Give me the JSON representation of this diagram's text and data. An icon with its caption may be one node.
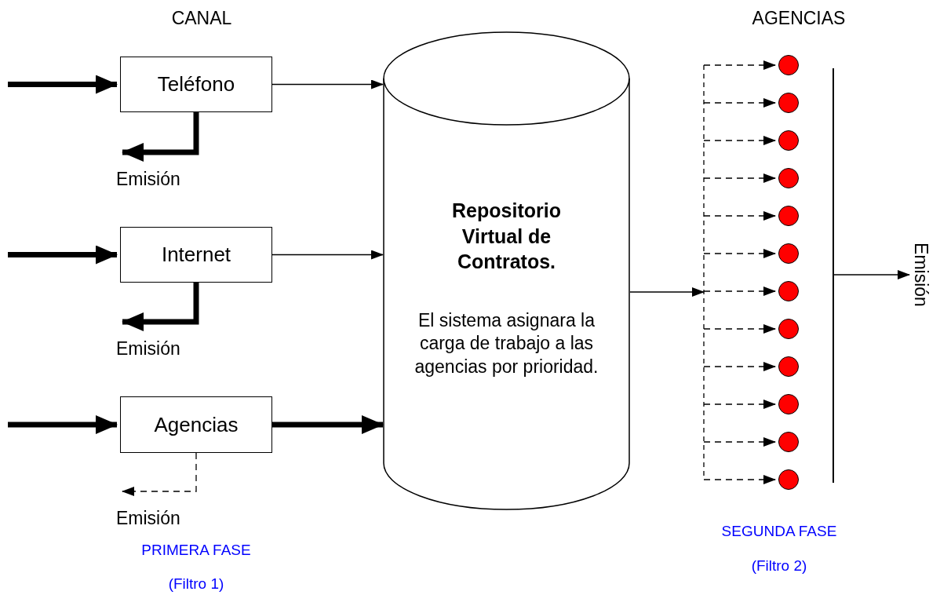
{
  "diagram": {
    "nodes": [
      {
        "text": [
          "Teléfono"
        ]
      },
      {
        "text": [
          "Internet"
        ]
      },
      {
        "text": [
          "Agencias"
        ]
      },
      {
        "text": [
          "Repositorio Virtual de Contratos.",
          "El sistema asignara la carga de trabajo a las agencias por prioridad."
        ]
      },
      {
        "text": [
          "Emisión"
        ]
      },
      {
        "text": [
          "Emisión"
        ]
      },
      {
        "text": [
          "Emisión"
        ]
      },
      {
        "text": [],
        "shape": "circle"
      },
      {
        "text": [],
        "shape": "circle"
      },
      {
        "text": [],
        "shape": "circle"
      },
      {
        "text": [],
        "shape": "circle"
      },
      {
        "text": [],
        "shape": "circle"
      },
      {
        "text": [],
        "shape": "circle"
      },
      {
        "text": [],
        "shape": "circle"
      },
      {
        "text": [],
        "shape": "circle"
      },
      {
        "text": [],
        "shape": "circle"
      },
      {
        "text": [],
        "shape": "circle"
      },
      {
        "text": [],
        "shape": "circle"
      },
      {
        "text": [],
        "shape": "circle"
      },
      {
        "text": [],
        "shape": "bar"
      },
      {
        "text": [
          "Emisión"
        ]
      }
    ],
    "edges": [
      {
        "from": null,
        "to": 0,
        "arrow": "to",
        "style": "thick"
      },
      {
        "from": null,
        "to": 1,
        "arrow": "to",
        "style": "thick"
      },
      {
        "from": null,
        "to": 2,
        "arrow": "to",
        "style": "thick"
      },
      {
        "from": 0,
        "to": 3,
        "arrow": "to"
      },
      {
        "from": 0,
        "to": 4,
        "arrow": "to",
        "style": "thick"
      },
      {
        "from": 1,
        "to": 3,
        "arrow": "to"
      },
      {
        "from": 1,
        "to": 5,
        "arrow": "to",
        "style": "thick"
      },
      {
        "from": 2,
        "to": 3,
        "arrow": "to",
        "style": "thick"
      },
      {
        "from": 2,
        "to": 6,
        "arrow": "to",
        "style": "dashed"
      },
      {
        "from": 3,
        "to": 7,
        "arrow": "to",
        "style": "dashed"
      },
      {
        "from": 3,
        "to": 8,
        "arrow": "to",
        "style": "dashed"
      },
      {
        "from": 3,
        "to": 9,
        "arrow": "to",
        "style": "dashed"
      },
      {
        "from": 3,
        "to": 10,
        "arrow": "to",
        "style": "dashed"
      },
      {
        "from": 3,
        "to": 11,
        "arrow": "to",
        "style": "dashed"
      },
      {
        "from": 3,
        "to": 12,
        "arrow": "to",
        "style": "dashed"
      },
      {
        "from": 3,
        "to": 13,
        "arrow": "to",
        "style": "dashed"
      },
      {
        "from": 3,
        "to": 14,
        "arrow": "to",
        "style": "dashed"
      },
      {
        "from": 3,
        "to": 15,
        "arrow": "to",
        "style": "dashed"
      },
      {
        "from": 3,
        "to": 16,
        "arrow": "to",
        "style": "dashed"
      },
      {
        "from": 3,
        "to": 17,
        "arrow": "to",
        "style": "dashed"
      },
      {
        "from": 3,
        "to": 18,
        "arrow": "to",
        "style": "dashed"
      },
      {
        "from": 19,
        "to": 20,
        "arrow": "to"
      }
    ],
    "labels": [
      "CANAL",
      "AGENCIAS",
      "PRIMERA FASE",
      "(Filtro 1)",
      "SEGUNDA FASE",
      "(Filtro 2)"
    ]
  }
}
